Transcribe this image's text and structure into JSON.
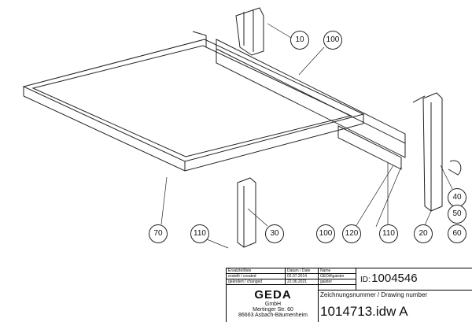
{
  "callouts": [
    "10",
    "100",
    "40",
    "50",
    "60",
    "20",
    "110",
    "120",
    "100",
    "30",
    "110",
    "70"
  ],
  "title_block": {
    "parts_list_label": "Ersatzteilliste",
    "date_label": "Datum / Date",
    "name_label": "Name",
    "created_label": "erstellt / created",
    "created_date": "02.07.2014",
    "created_name": "GEDA\\gaister",
    "changed_label": "geändert / changed",
    "changed_date": "22.06.2021",
    "changed_name": "gaister",
    "id_label": "ID:",
    "id_value": "1004546",
    "drawing_number_label": "Zeichnungsnummer / Drawing number",
    "drawing_number": "1014713.idw A",
    "company_logo": "GEDA",
    "company_suffix": "GmbH",
    "street": "Mertinger Str. 60",
    "city": "86663 Asbach-Bäumenheim"
  }
}
